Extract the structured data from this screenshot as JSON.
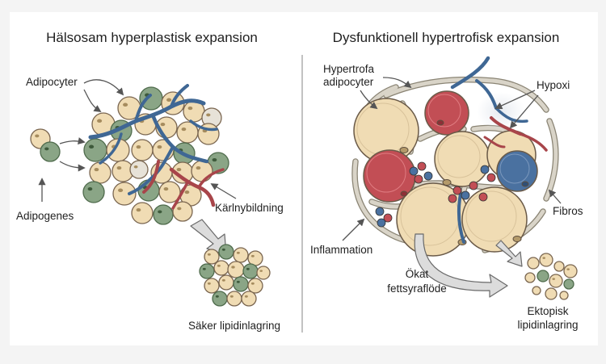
{
  "colors": {
    "background": "#f4f4f4",
    "panel": "#ffffff",
    "cream_cell": "#f0dcb4",
    "green_cell": "#8aa586",
    "red_cell": "#c24e55",
    "blue_cell": "#4a71a0",
    "vessel_blue": "#3f6794",
    "vessel_red": "#a8454a",
    "fibrosis": "#d9d4c8",
    "arrow_fill": "#dcdcdc",
    "divider": "#9a9a9a"
  },
  "left": {
    "title": "Hälsosam hyperplastisk expansion",
    "labels": {
      "adipocytes": "Adipocyter",
      "adipogenesis": "Adipogenes",
      "angiogenesis": "Kärlnybildning",
      "safe_storage": "Säker lipidinlagring"
    }
  },
  "right": {
    "title": "Dysfunktionell hypertrofisk expansion",
    "labels": {
      "hypertrophic_line1": "Hypertrofa",
      "hypertrophic_line2": "adipocyter",
      "hypoxia": "Hypoxi",
      "fibrosis": "Fibros",
      "inflammation": "Inflammation",
      "fatty_acid_line1": "Ökat",
      "fatty_acid_line2": "fettsyraflöde",
      "ectopic_line1": "Ektopisk",
      "ectopic_line2": "lipidinlagring"
    }
  },
  "icons": {
    "cell": "adipocyte-circle",
    "vessel": "blood-vessel-branch",
    "arrow": "curved-arrow"
  }
}
